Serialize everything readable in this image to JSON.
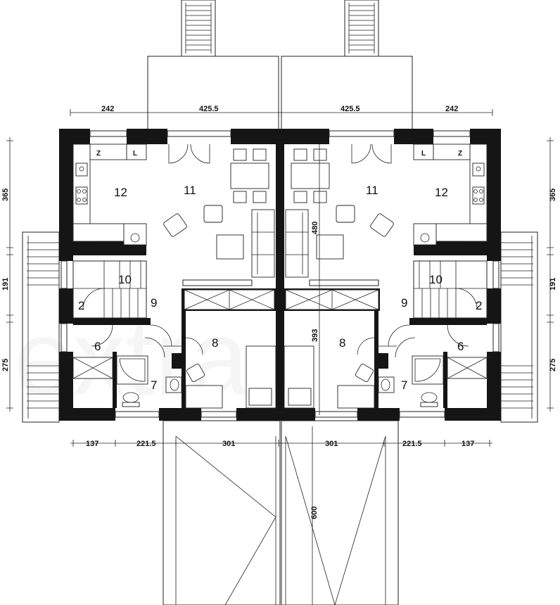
{
  "plan": {
    "rooms": {
      "living_left": "11",
      "kitchen_left": "12",
      "stair_left": "10",
      "storage_left": "2",
      "hall_left": "9",
      "room_left": "8",
      "bath_left": "7",
      "boiler_left": "6",
      "living_right": "11",
      "kitchen_right": "12",
      "stair_right": "10",
      "storage_right": "2",
      "hall_right": "9",
      "room_right": "8",
      "bath_right": "7",
      "boiler_right": "6"
    },
    "kitchen_marks": {
      "z_left": "Z",
      "l_left": "L",
      "z_right": "Z",
      "l_right": "L"
    },
    "dimensions": {
      "top": [
        "242",
        "425.5",
        "425.5",
        "242"
      ],
      "bottom": [
        "137",
        "221.5",
        "301",
        "301",
        "221.5",
        "137"
      ],
      "left": [
        "365",
        "191",
        "275"
      ],
      "right": [
        "365",
        "191",
        "275"
      ],
      "center_480": "480",
      "center_393": "393",
      "garage_600": "600"
    },
    "colors": {
      "walls": "#151515",
      "lines": "#222222",
      "background": "#ffffff"
    }
  }
}
